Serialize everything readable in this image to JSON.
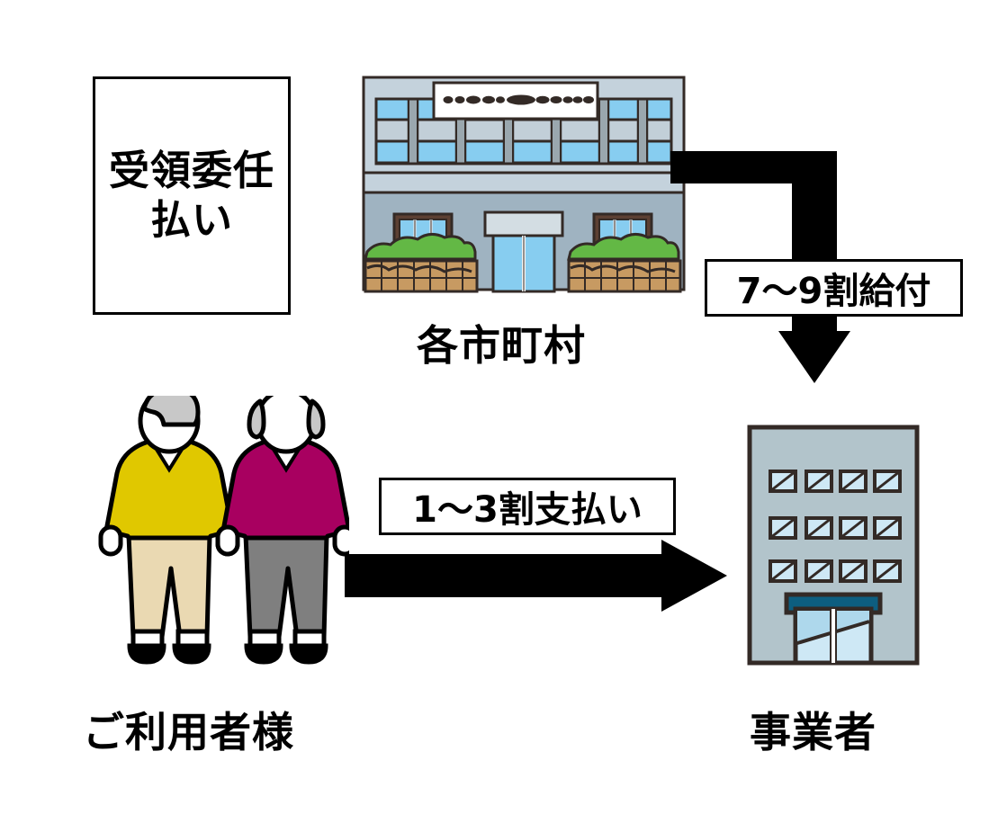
{
  "diagram": {
    "title_card": {
      "name": "receipt-delegation-payment-card",
      "line1": "受領委任",
      "line2": "払い"
    },
    "nodes": [
      {
        "id": "municipality",
        "label": "各市町村",
        "icon": "city-hall-building-icon"
      },
      {
        "id": "users",
        "label": "ご利用者様",
        "icon": "two-elderly-people-icon"
      },
      {
        "id": "provider",
        "label": "事業者",
        "icon": "office-building-icon"
      }
    ],
    "flows": [
      {
        "id": "benefit-flow",
        "label": "7～9割給付",
        "from": "municipality",
        "to": "provider",
        "shape": "elbow-down-arrow",
        "color": "#000000"
      },
      {
        "id": "payment-flow",
        "label": "1～3割支払い",
        "from": "users",
        "to": "provider",
        "shape": "straight-right-arrow",
        "color": "#000000"
      }
    ],
    "colors": {
      "outline": "#000000",
      "arrow": "#000000",
      "card_background": "#ffffff",
      "page_background": "#ffffff",
      "cityhall_wall_upper": "#c4d2dc",
      "cityhall_wall_lower": "#9fb3c1",
      "cityhall_window_blue": "#87cdf0",
      "cityhall_window_gray": "#c2cfd8",
      "cityhall_outline": "#332a26",
      "planter_green": "#63b845",
      "planter_wood": "#c79a62",
      "provider_wall": "#b2c4cb",
      "provider_awning": "#0d5e80",
      "provider_door": "#cee8f5",
      "sweater_yellow": "#e0c800",
      "pants_beige": "#ead9b2",
      "sweater_magenta": "#a80060",
      "pants_gray": "#7f7f7f",
      "hair_gray": "#c8c8c8",
      "skin_white": "#ffffff",
      "shoes_black": "#000000"
    }
  }
}
